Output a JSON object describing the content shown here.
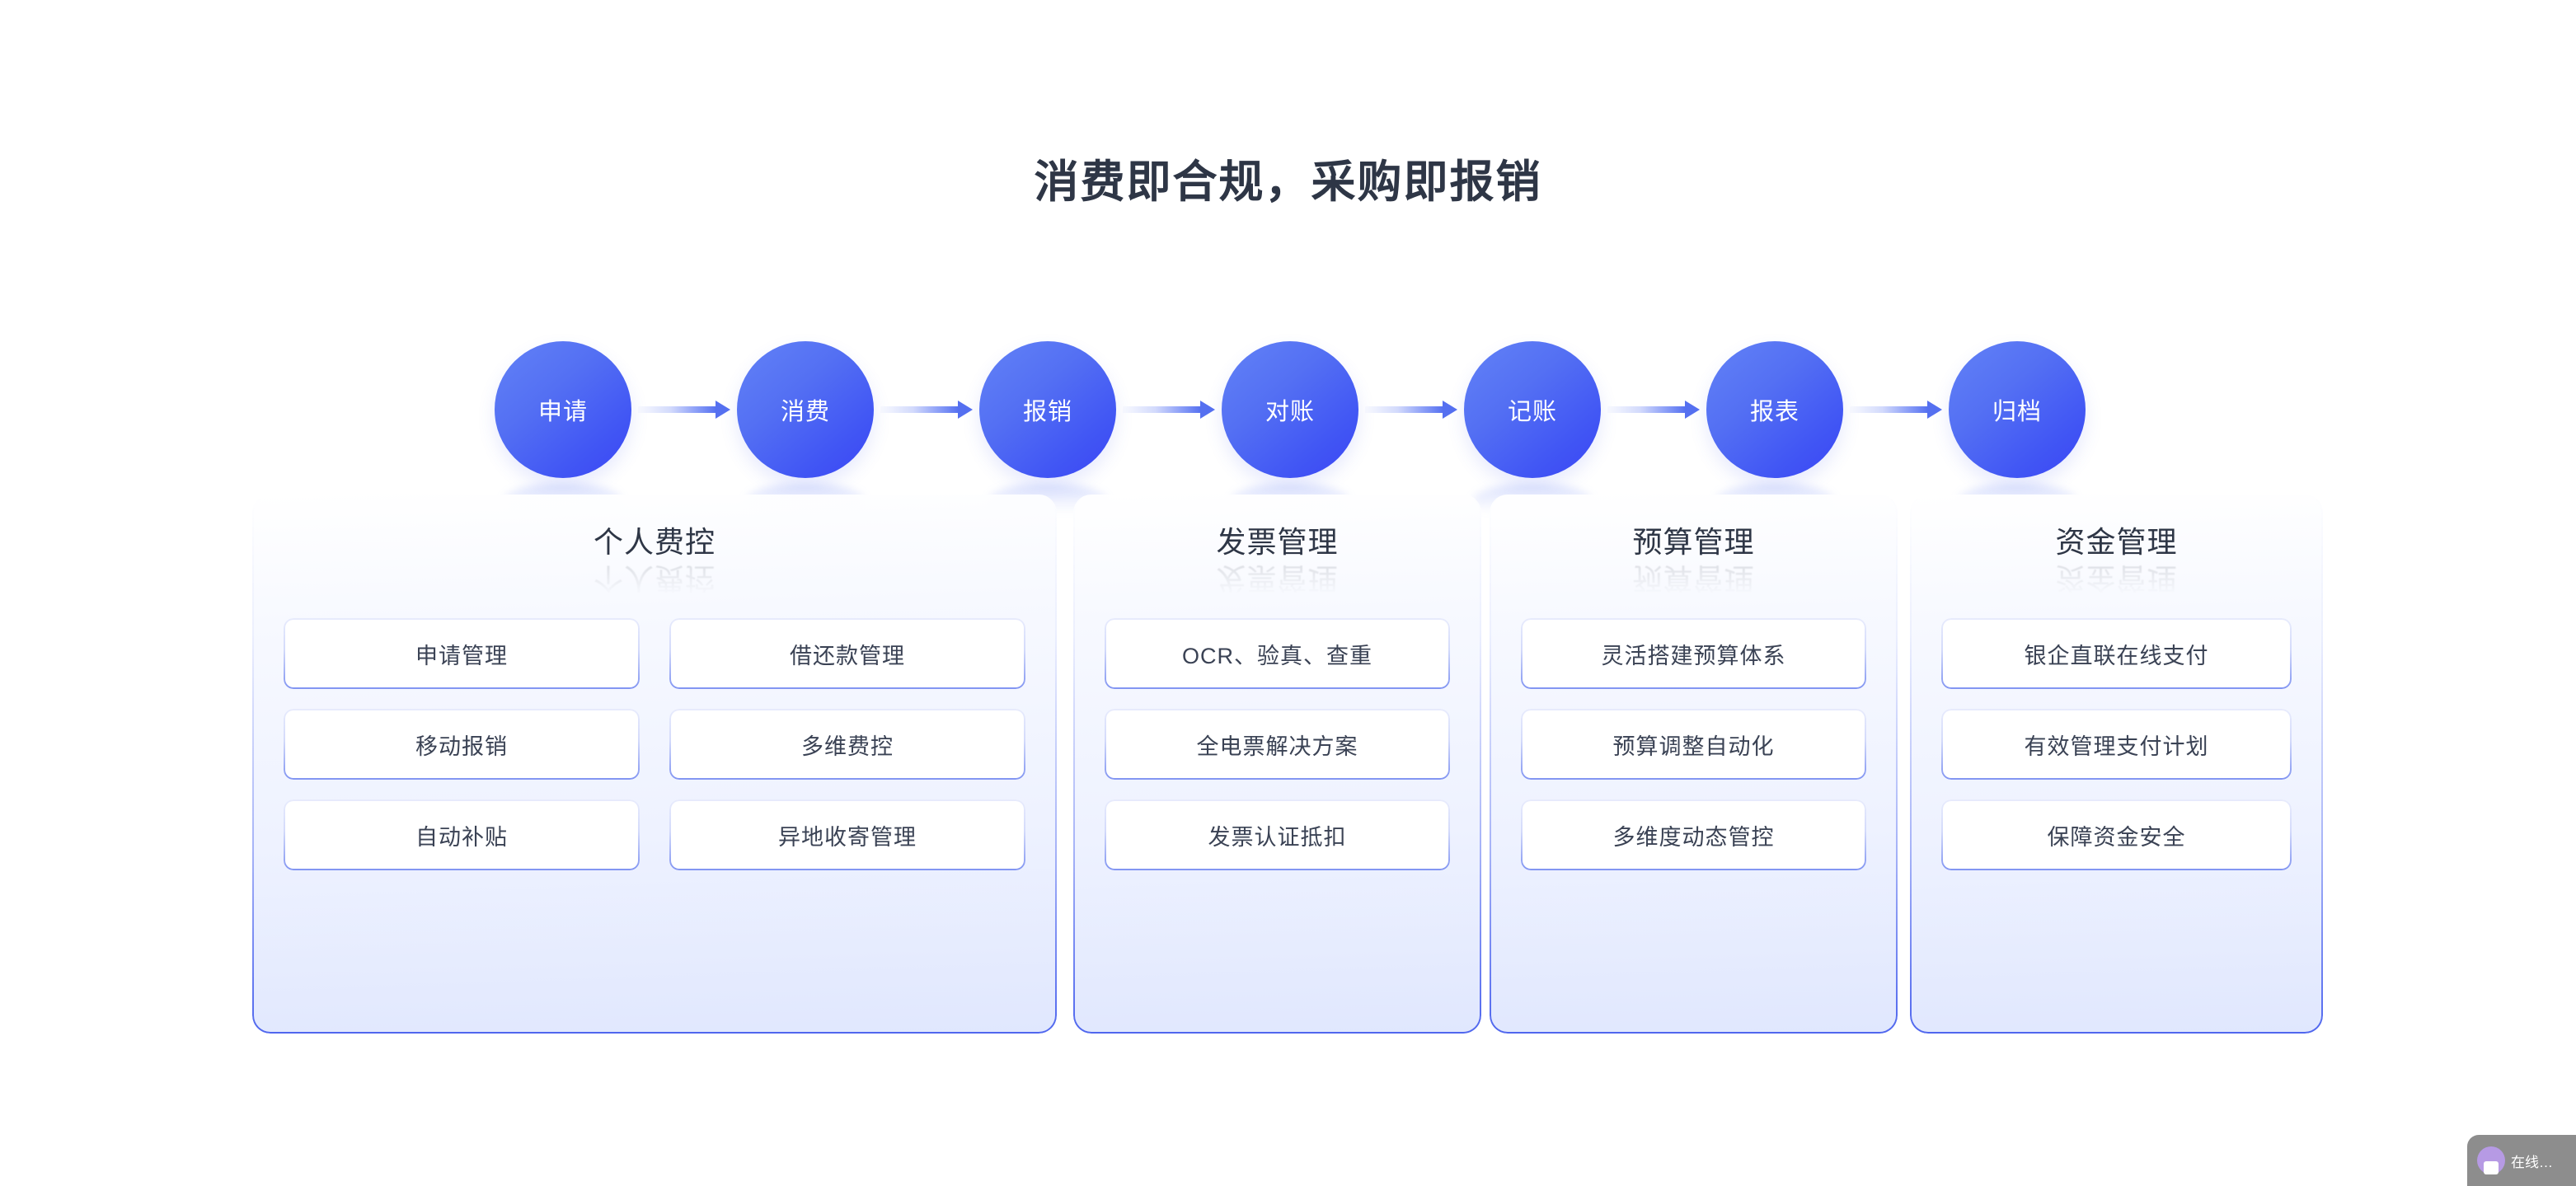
{
  "page": {
    "title": "消费即合规，采购即报销",
    "background": "#ffffff",
    "accent": "#4f66ee",
    "title_color": "#2e3646"
  },
  "flow": {
    "nodes": [
      {
        "label": "申请"
      },
      {
        "label": "消费"
      },
      {
        "label": "报销"
      },
      {
        "label": "对账"
      },
      {
        "label": "记账"
      },
      {
        "label": "报表"
      },
      {
        "label": "归档"
      }
    ],
    "arrow_color": "#5570f0",
    "node_gradient_from": "#6282f7",
    "node_gradient_to": "#3b45f6",
    "node_label_color": "#ffffff"
  },
  "panels": [
    {
      "title": "个人费控",
      "columns": 2,
      "cards": [
        {
          "label": "申请管理"
        },
        {
          "label": "借还款管理"
        },
        {
          "label": "移动报销"
        },
        {
          "label": "多维费控"
        },
        {
          "label": "自动补贴"
        },
        {
          "label": "异地收寄管理"
        }
      ]
    },
    {
      "title": "发票管理",
      "columns": 1,
      "cards": [
        {
          "label": "OCR、验真、查重"
        },
        {
          "label": "全电票解决方案"
        },
        {
          "label": "发票认证抵扣"
        }
      ]
    },
    {
      "title": "预算管理",
      "columns": 1,
      "cards": [
        {
          "label": "灵活搭建预算体系"
        },
        {
          "label": "预算调整自动化"
        },
        {
          "label": "多维度动态管控"
        }
      ]
    },
    {
      "title": "资金管理",
      "columns": 1,
      "cards": [
        {
          "label": "银企直联在线支付"
        },
        {
          "label": "有效管理支付计划"
        },
        {
          "label": "保障资金安全"
        }
      ]
    }
  ],
  "chat_widget": {
    "label": "在线…",
    "background": "#8d8d8d",
    "avatar_color": "#b69ae4"
  }
}
